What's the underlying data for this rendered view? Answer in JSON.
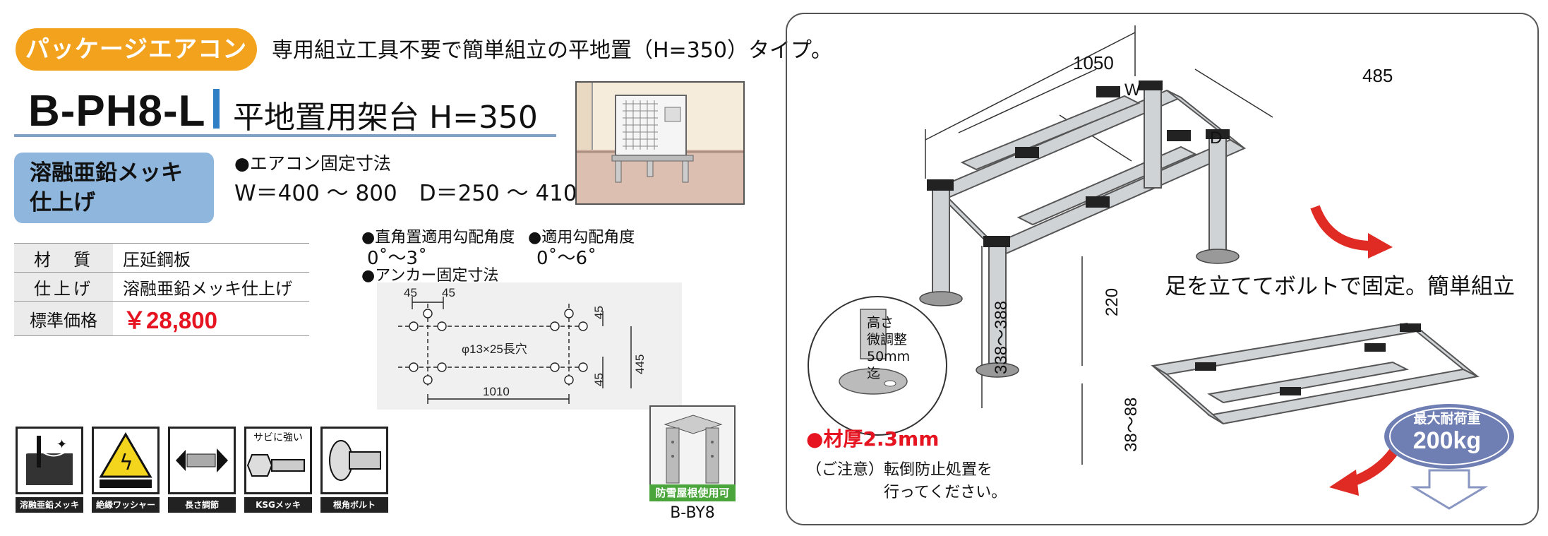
{
  "header": {
    "category": "パッケージエアコン",
    "tagline": "専用組立工具不要で簡単組立の平地置（H=350）タイプ。",
    "model_code": "B-PH8-L",
    "model_title": "平地置用架台 H=350"
  },
  "finish": {
    "line1": "溶融亜鉛メッキ",
    "line2": "仕上げ"
  },
  "fix_dims": {
    "heading": "●エアコン固定寸法",
    "values": "W＝400 ～ 800　D＝250 ～ 410"
  },
  "specs": {
    "material_label": "材　質",
    "material_value": "圧延鋼板",
    "finish_label": "仕上げ",
    "finish_value": "溶融亜鉛メッキ仕上げ",
    "price_label": "標準価格",
    "price_value": "￥28,800"
  },
  "angles": {
    "right_angle_heading": "●直角置適用勾配角度",
    "right_angle_value": "0˚～3˚",
    "slope_heading": "●適用勾配角度",
    "slope_value": "0˚～6˚",
    "anchor_heading": "●アンカー固定寸法"
  },
  "anchor_diagram": {
    "dim_45_a": "45",
    "dim_45_b": "45",
    "dim_45_c": "45",
    "dim_45_d": "45",
    "dim_445": "445",
    "dim_1010": "1010",
    "hole": "φ13×25長穴"
  },
  "icons": [
    {
      "label": "溶融亜鉛メッキ"
    },
    {
      "label": "絶縁ワッシャー"
    },
    {
      "label": "長さ調節"
    },
    {
      "label": "KSGメッキ",
      "top_text": "サビに強い"
    },
    {
      "label": "根角ボルト"
    }
  ],
  "bracket": {
    "tag": "防雪屋根使用可",
    "name": "B-BY8"
  },
  "diagram": {
    "dim_1050": "1050",
    "dim_w": "W",
    "dim_485": "485",
    "dim_d": "D",
    "dim_338": "338～388",
    "dim_220": "220",
    "dim_38": "38～88",
    "assembly": "足を立ててボルトで固定。簡単組立",
    "fine_adjust_1": "高さ",
    "fine_adjust_2": "微調整",
    "fine_adjust_3": "50mm",
    "fine_adjust_4": "迄",
    "thickness": "●材厚2.3mm",
    "notice_1": "（ご注意）転倒防止処置を",
    "notice_2": "　　　　　行ってください。",
    "load_1": "最大耐荷重",
    "load_2": "200kg"
  },
  "colors": {
    "badge": "#f3a21d",
    "accent_blue": "#2f7fc4",
    "finish_box": "#8fb6dd",
    "price": "#e51420",
    "arrow_red": "#e02b25",
    "load_badge": "#6f7fb4",
    "bracket_tag": "#4aa63b"
  }
}
